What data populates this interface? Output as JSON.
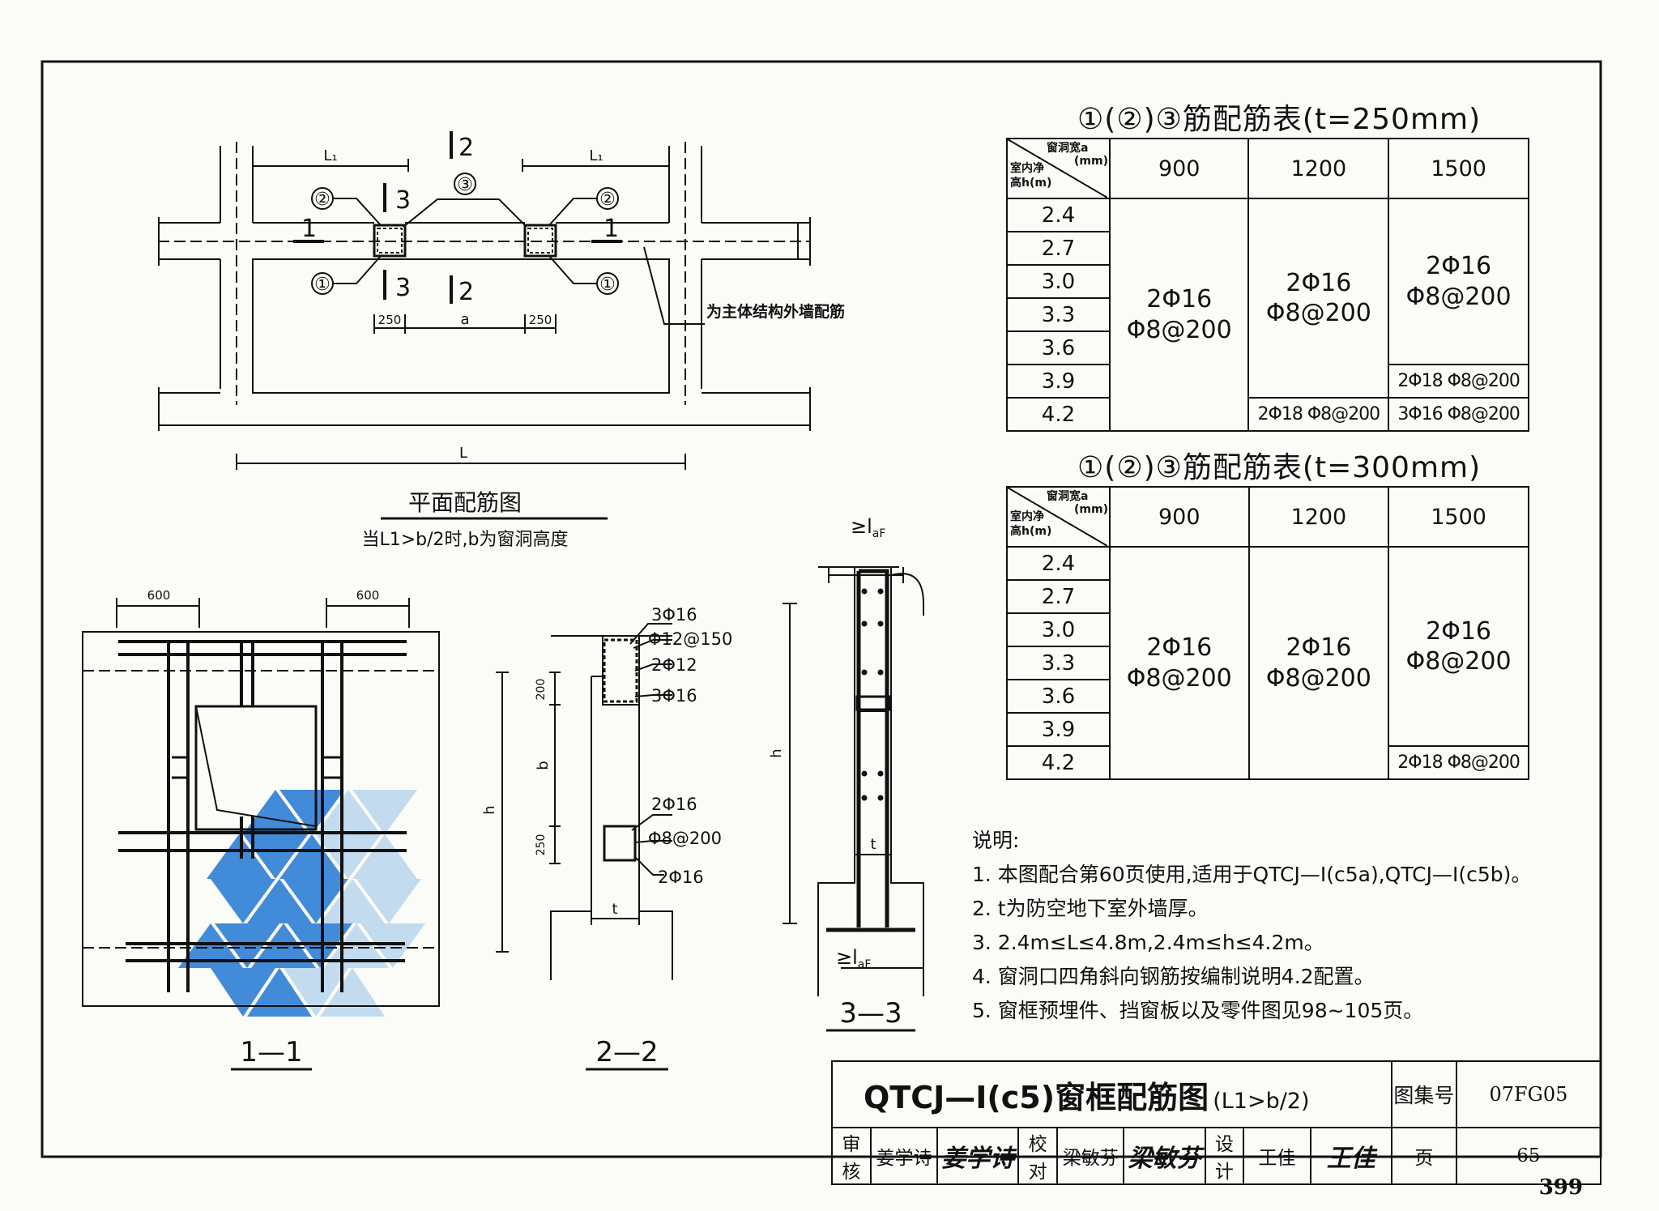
{
  "plan": {
    "title": "平面配筋图",
    "subtitle": "当L1>b/2时,b为窗洞高度",
    "dim_L1": "L₁",
    "dim_L": "L",
    "dim_a": "a",
    "dim_250": "250",
    "section_1": "1",
    "section_2": "2",
    "section_3": "3",
    "bar_1": "①",
    "bar_2": "②",
    "bar_3": "③",
    "wall_note": "为主体结构外墙配筋"
  },
  "sec11": {
    "title": "1—1",
    "dim_600": "600"
  },
  "sec22": {
    "title": "2—2",
    "top_bar": "3Φ16",
    "stirrup_top": "Φ12@150",
    "mid_bar": "2Φ12",
    "bot_bar_top": "3Φ16",
    "upper_bar": "2Φ16",
    "stirrup_bot": "Φ8@200",
    "lower_bar": "2Φ16",
    "dim_200": "200",
    "dim_250": "250",
    "dim_b": "b",
    "dim_h": "h",
    "dim_t": "t"
  },
  "sec33": {
    "title": "3—3",
    "anchor_top": "≥l",
    "anchor_sub": "aF",
    "anchor_bot": "≥l",
    "dim_h": "h",
    "dim_t": "t"
  },
  "tables": [
    {
      "title": "①(②)③筋配筋表(t=250mm)",
      "corner_top": "窗洞宽a",
      "corner_unit": "(mm)",
      "corner_left1": "室内净",
      "corner_left2": "高h(m)",
      "cols": [
        "900",
        "1200",
        "1500"
      ],
      "heights": [
        "2.4",
        "2.7",
        "3.0",
        "3.3",
        "3.6",
        "3.9",
        "4.2"
      ],
      "main_line1": "2Φ16",
      "main_line2": "Φ8@200",
      "col1500_r39": "2Φ18 Φ8@200",
      "col1200_r42": "2Φ18 Φ8@200",
      "col1500_r42": "3Φ16 Φ8@200"
    },
    {
      "title": "①(②)③筋配筋表(t=300mm)",
      "corner_top": "窗洞宽a",
      "corner_unit": "(mm)",
      "corner_left1": "室内净",
      "corner_left2": "高h(m)",
      "cols": [
        "900",
        "1200",
        "1500"
      ],
      "heights": [
        "2.4",
        "2.7",
        "3.0",
        "3.3",
        "3.6",
        "3.9",
        "4.2"
      ],
      "main_line1": "2Φ16",
      "main_line2": "Φ8@200",
      "col1500_r42": "2Φ18 Φ8@200"
    }
  ],
  "notes": {
    "heading": "说明:",
    "items": [
      "1. 本图配合第60页使用,适用于QTCJ—I(c5a),QTCJ—I(c5b)。",
      "2. t为防空地下室外墙厚。",
      "3. 2.4m≤L≤4.8m,2.4m≤h≤4.2m。",
      "4. 窗洞口四角斜向钢筋按编制说明4.2配置。",
      "5. 窗框预埋件、挡窗板以及零件图见98~105页。"
    ]
  },
  "title_block": {
    "drawing_title": "QTCJ—I(c5)窗框配筋图",
    "drawing_title_suffix": "(L1>b/2)",
    "atlas_label": "图集号",
    "atlas_no": "07FG05",
    "page_label": "页",
    "page_no": "65",
    "review_label": "审核",
    "review_name": "姜学诗",
    "review_sig": "姜学诗",
    "check_label": "校对",
    "check_name": "梁敏芬",
    "check_sig": "梁敏芬",
    "design_label": "设计",
    "design_name": "王佳",
    "design_sig": "王佳"
  },
  "book_page": "399",
  "colors": {
    "line": "#111111",
    "watermark_dark": "#2f7fd6",
    "watermark_light": "#bcd8ee"
  }
}
